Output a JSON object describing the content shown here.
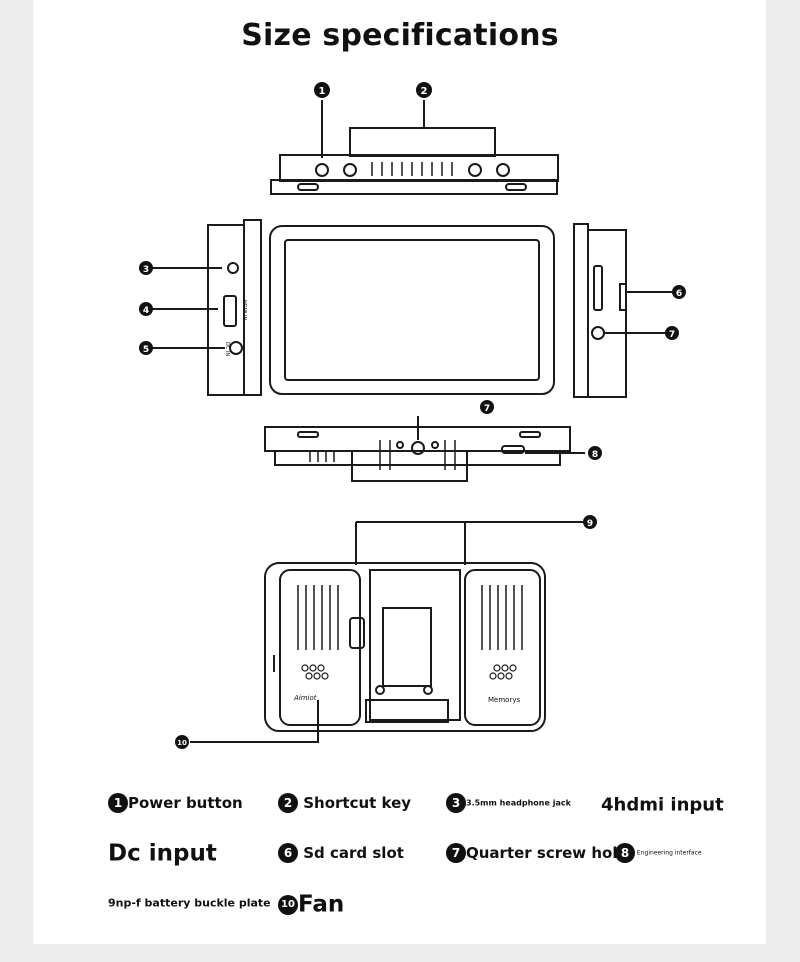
{
  "title": "Size specifications",
  "callouts": {
    "c1": "1",
    "c2": "2",
    "c3": "3",
    "c4": "4",
    "c5": "5",
    "c6": "6",
    "c7a": "7",
    "c7b": "7",
    "c8": "8",
    "c9": "9",
    "c10": "10"
  },
  "device": {
    "port_hdmi": "HDMI IN",
    "port_dc": "DC IN",
    "brand_left": "Aimiot",
    "brand_right": "Memorys"
  },
  "legend": [
    {
      "num": "1",
      "label": "Power button"
    },
    {
      "num": "2",
      "label": "Shortcut key"
    },
    {
      "num": "3",
      "label": "3.5mm headphone jack"
    },
    {
      "num": "",
      "label": "4hdmi input"
    },
    {
      "num": "",
      "label": "Dc input"
    },
    {
      "num": "6",
      "label": "Sd card slot"
    },
    {
      "num": "7",
      "label": "Quarter screw hole"
    },
    {
      "num": "8",
      "label": "Engineering interface"
    },
    {
      "num": "",
      "label": "9np-f battery buckle plate"
    },
    {
      "num": "10",
      "label": "Fan"
    }
  ],
  "colors": {
    "line": "#1a1a1a",
    "badge": "#111111",
    "page": "#ffffff",
    "backdrop": "#ececec"
  }
}
